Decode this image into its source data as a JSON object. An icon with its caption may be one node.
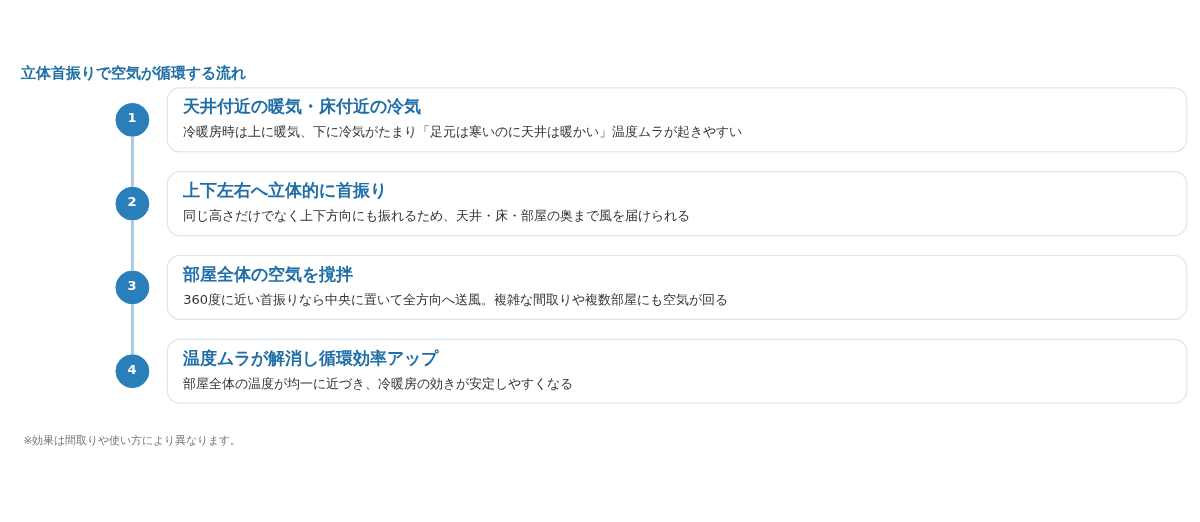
{
  "diagram": {
    "title": "立体首振りで空気が循環する流れ",
    "nodes": [
      {
        "text": [
          "1"
        ]
      },
      {
        "text": [
          "天井付近の暖気・床付近の冷気",
          "冷暖房時は上に暖気、下に冷気がたまり「足元は寒いのに天井は暖かい」温度ムラが起きやすい"
        ]
      },
      {
        "text": [
          "2"
        ]
      },
      {
        "text": [
          "上下左右へ立体的に首振り",
          "同じ高さだけでなく上下方向にも振れるため、天井・床・部屋の奥まで風を届けられる"
        ]
      },
      {
        "text": [
          "3"
        ]
      },
      {
        "text": [
          "部屋全体の空気を撹拌",
          "360度に近い首振りなら中央に置いて全方向へ送風。複雑な間取りや複数部屋にも空気が回る"
        ]
      },
      {
        "text": [
          "4"
        ]
      },
      {
        "text": [
          "温度ムラが解消し循環効率アップ",
          "部屋全体の温度が均一に近づき、冷暖房の効きが安定しやすくなる"
        ]
      }
    ],
    "edges": [
      {
        "from": 0,
        "to": 2,
        "arrow": "none"
      },
      {
        "from": 2,
        "to": 4,
        "arrow": "none"
      },
      {
        "from": 4,
        "to": 6,
        "arrow": "none"
      }
    ],
    "labels": [
      "※効果は間取りや使い方により異なります。"
    ]
  }
}
